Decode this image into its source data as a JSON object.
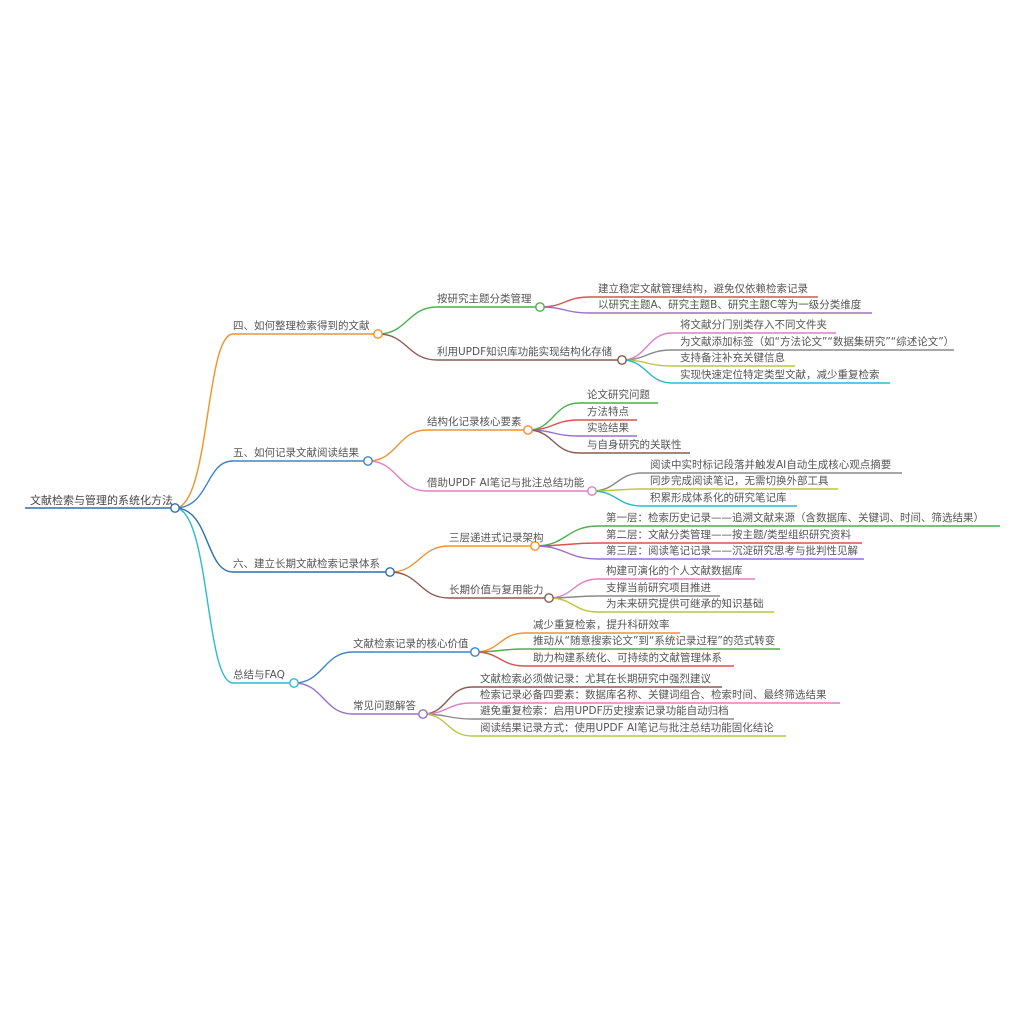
{
  "root": {
    "label": "文献检索与管理的系统化方法"
  },
  "branches": [
    {
      "label": "四、如何整理检索得到的文献",
      "color": "#f0922e",
      "children": [
        {
          "label": "按研究主题分类管理",
          "color": "#4caf50",
          "children": [
            {
              "label": "建立稳定文献管理结构，避免仅依赖检索记录",
              "color": "#d9534f"
            },
            {
              "label": "以研究主题A、研究主题B、研究主题C等为一级分类维度",
              "color": "#9b6fc7"
            }
          ]
        },
        {
          "label": "利用UPDF知识库功能实现结构化存储",
          "color": "#8b5a50",
          "children": [
            {
              "label": "将文献分门别类存入不同文件夹",
              "color": "#e07fc0"
            },
            {
              "label": "为文献添加标签（如“方法论文”“数据集研究”“综述论文”）",
              "color": "#8a8a8a"
            },
            {
              "label": "支持备注补充关键信息",
              "color": "#bcc63c"
            },
            {
              "label": "实现快速定位特定类型文献，减少重复检索",
              "color": "#2bb8d0"
            }
          ]
        }
      ]
    },
    {
      "label": "五、如何记录文献阅读结果",
      "color": "#3d85c6",
      "children": [
        {
          "label": "结构化记录核心要素",
          "color": "#f0922e",
          "children": [
            {
              "label": "论文研究问题",
              "color": "#4caf50"
            },
            {
              "label": "方法特点",
              "color": "#d9534f"
            },
            {
              "label": "实验结果",
              "color": "#9b6fc7"
            },
            {
              "label": "与自身研究的关联性",
              "color": "#8b5a50"
            }
          ]
        },
        {
          "label": "借助UPDF AI笔记与批注总结功能",
          "color": "#e07fc0",
          "children": [
            {
              "label": "阅读中实时标记段落并触发AI自动生成核心观点摘要",
              "color": "#8a8a8a"
            },
            {
              "label": "同步完成阅读笔记，无需切换外部工具",
              "color": "#bcc63c"
            },
            {
              "label": "积累形成体系化的研究笔记库",
              "color": "#2bb8d0"
            }
          ]
        }
      ]
    },
    {
      "label": "六、建立长期文献检索记录体系",
      "color": "#2f6fb0",
      "children": [
        {
          "label": "三层递进式记录架构",
          "color": "#f0922e",
          "children": [
            {
              "label": "第一层：检索历史记录——追溯文献来源（含数据库、关键词、时间、筛选结果）",
              "color": "#4caf50"
            },
            {
              "label": "第二层：文献分类管理——按主题/类型组织研究资料",
              "color": "#d9534f"
            },
            {
              "label": "第三层：阅读笔记记录——沉淀研究思考与批判性见解",
              "color": "#9b6fc7"
            }
          ]
        },
        {
          "label": "长期价值与复用能力",
          "color": "#8b5a50",
          "children": [
            {
              "label": "构建可演化的个人文献数据库",
              "color": "#e07fc0"
            },
            {
              "label": "支撑当前研究项目推进",
              "color": "#8a8a8a"
            },
            {
              "label": "为未来研究提供可继承的知识基础",
              "color": "#bcc63c"
            }
          ]
        }
      ]
    },
    {
      "label": "总结与FAQ",
      "color": "#2bbcd0",
      "children": [
        {
          "label": "文献检索记录的核心价值",
          "color": "#3d85c6",
          "children": [
            {
              "label": "减少重复检索，提升科研效率",
              "color": "#f0922e"
            },
            {
              "label": "推动从“随意搜索论文”到“系统记录过程”的范式转变",
              "color": "#4caf50"
            },
            {
              "label": "助力构建系统化、可持续的文献管理体系",
              "color": "#d9534f"
            }
          ]
        },
        {
          "label": "常见问题解答",
          "color": "#9b6fc7",
          "children": [
            {
              "label": "文献检索必须做记录：尤其在长期研究中强烈建议",
              "color": "#8b5a50"
            },
            {
              "label": "检索记录必备四要素：数据库名称、关键词组合、检索时间、最终筛选结果",
              "color": "#e07fc0"
            },
            {
              "label": "避免重复检索：启用UPDF历史搜索记录功能自动归档",
              "color": "#8a8a8a"
            },
            {
              "label": "阅读结果记录方式：使用UPDF AI笔记与批注总结功能固化结论",
              "color": "#bcc63c"
            }
          ]
        }
      ]
    }
  ]
}
